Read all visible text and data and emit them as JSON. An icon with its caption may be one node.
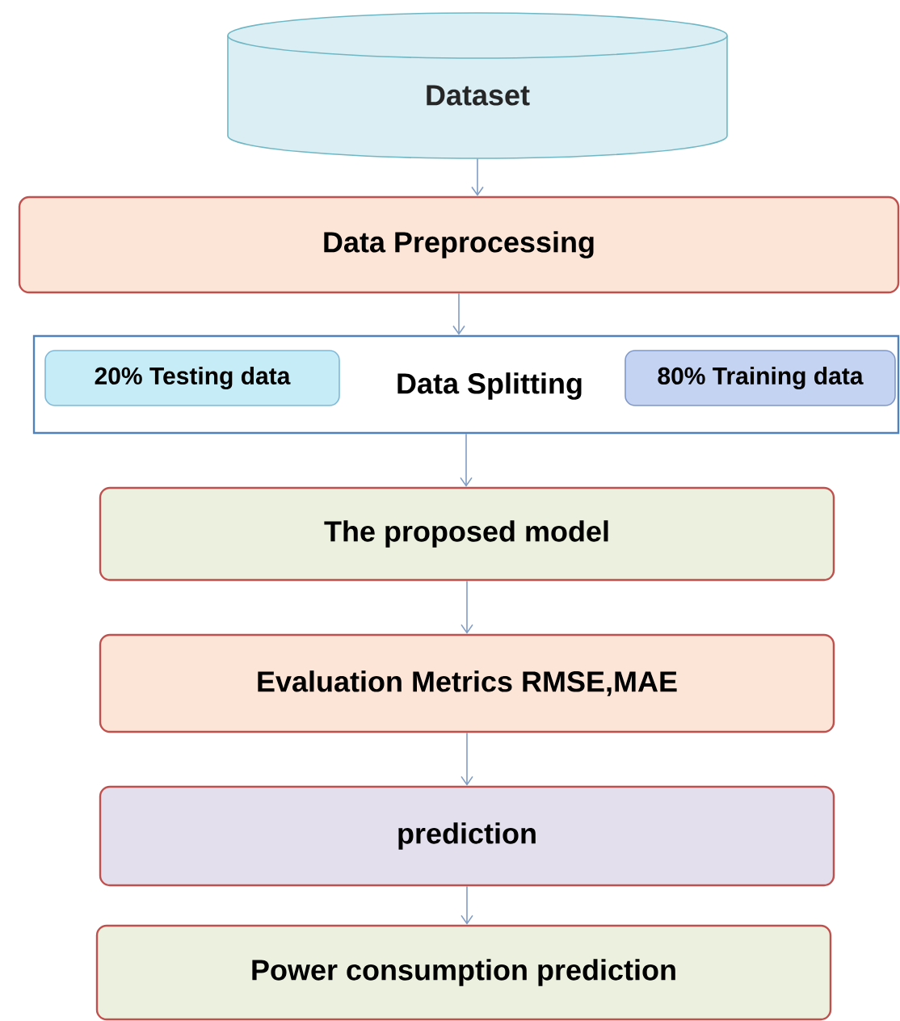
{
  "diagram": {
    "nodes": [
      {
        "text": [
          "Dataset"
        ]
      },
      {
        "text": [
          "Data Preprocessing"
        ]
      },
      {
        "text": [
          "Data Splitting"
        ]
      },
      {
        "text": [
          "20% Testing data"
        ],
        "in": 2
      },
      {
        "text": [
          "80% Training data"
        ],
        "in": 2
      },
      {
        "text": [
          "The proposed model"
        ]
      },
      {
        "text": [
          "Evaluation Metrics  RMSE,MAE"
        ]
      },
      {
        "text": [
          "prediction"
        ]
      },
      {
        "text": [
          "Power consumption prediction"
        ]
      }
    ],
    "edges": [
      {
        "from": 0,
        "to": 1,
        "arrow": "to"
      },
      {
        "from": 1,
        "to": 2,
        "arrow": "to"
      },
      {
        "from": 2,
        "to": 5,
        "arrow": "to"
      },
      {
        "from": 5,
        "to": 6,
        "arrow": "to"
      },
      {
        "from": 6,
        "to": 7,
        "arrow": "to"
      },
      {
        "from": 7,
        "to": 8,
        "arrow": "to"
      }
    ]
  }
}
